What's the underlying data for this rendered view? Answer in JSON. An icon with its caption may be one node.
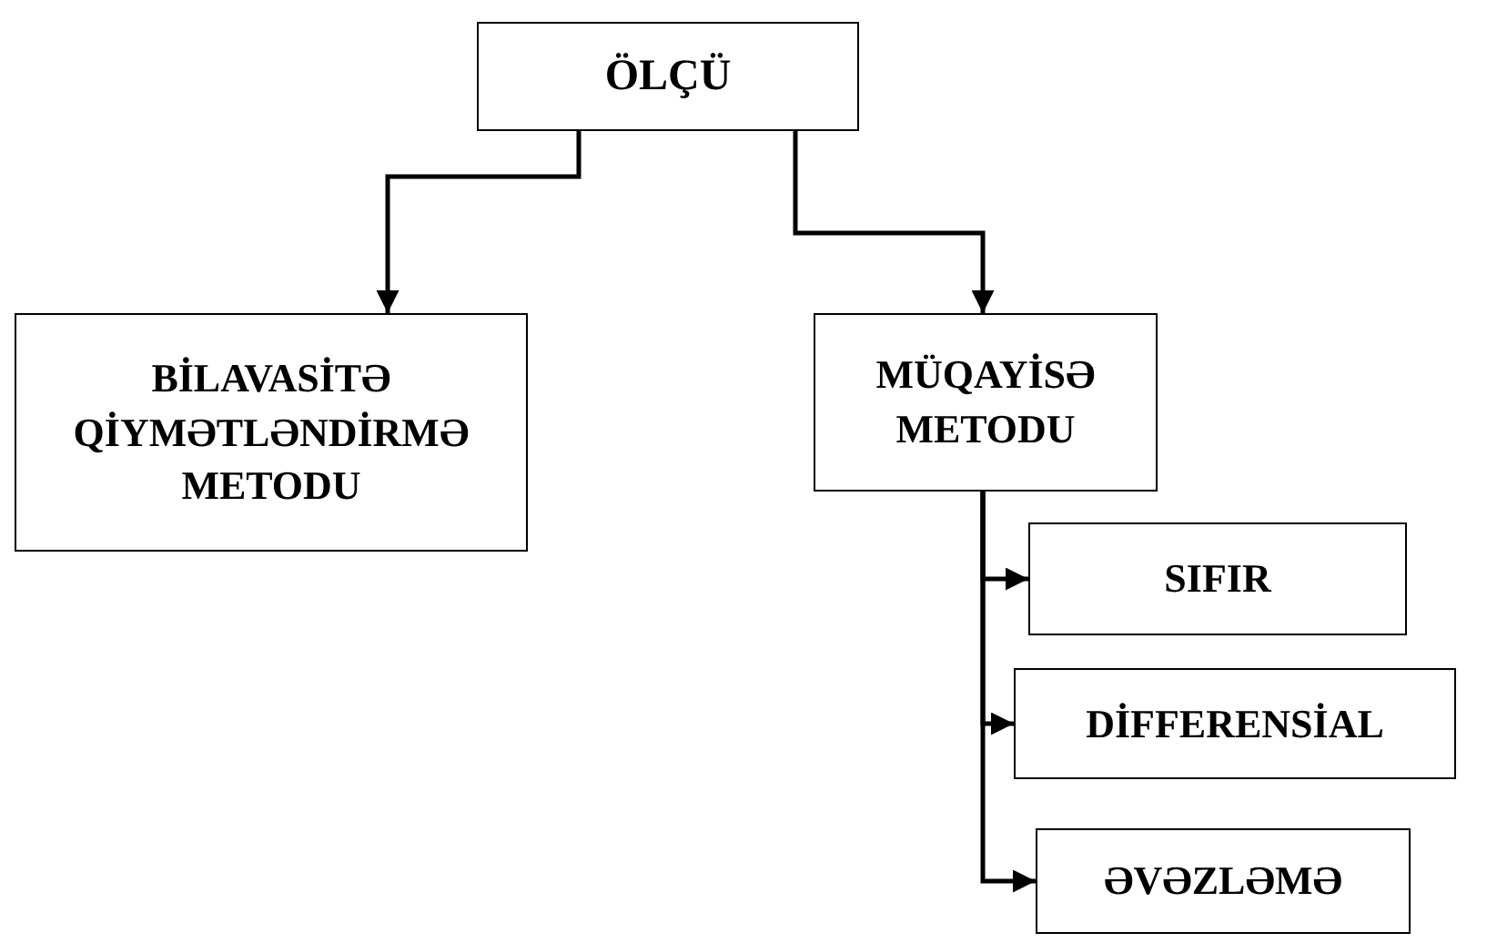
{
  "diagram": {
    "nodes": [
      {
        "text": [
          "ÖLÇÜ"
        ]
      },
      {
        "text": [
          "BİLAVASİTƏ QİYMƏTLƏNDİRMƏ METODU"
        ]
      },
      {
        "text": [
          "MÜQAYİSƏ METODU"
        ]
      },
      {
        "text": [
          "SIFIR"
        ]
      },
      {
        "text": [
          "DİFFERENSİAL"
        ]
      },
      {
        "text": [
          "ƏVƏZLƏMƏ"
        ]
      }
    ],
    "edges": [
      {
        "from": 0,
        "to": 1,
        "arrow": "to"
      },
      {
        "from": 0,
        "to": 2,
        "arrow": "to"
      },
      {
        "from": 2,
        "to": 3,
        "arrow": "to"
      },
      {
        "from": 2,
        "to": 4,
        "arrow": "to"
      },
      {
        "from": 2,
        "to": 5,
        "arrow": "to"
      }
    ]
  }
}
